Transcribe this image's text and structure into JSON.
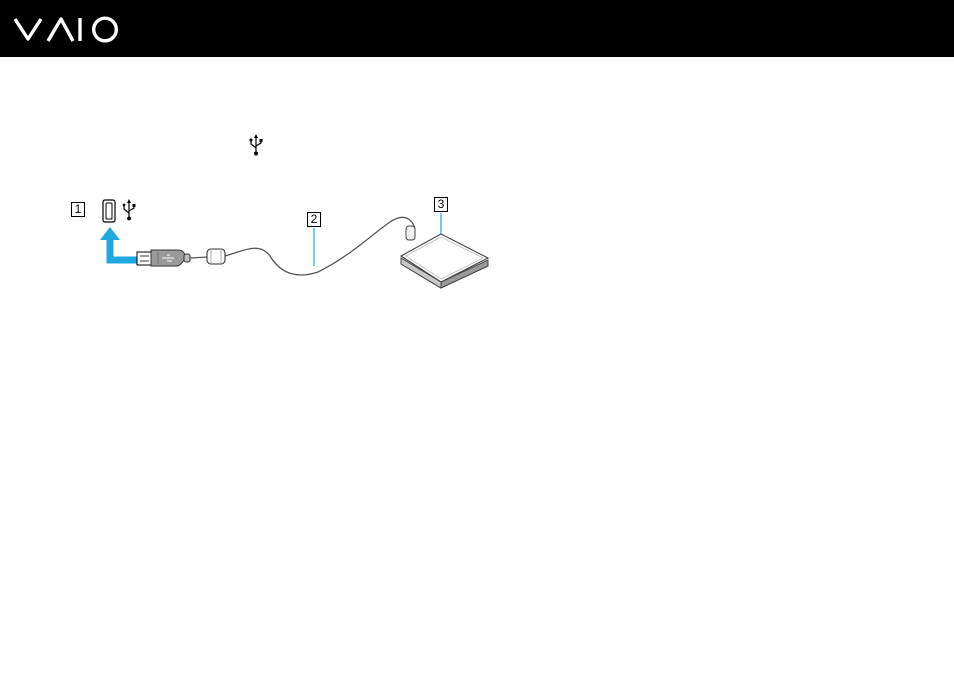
{
  "header": {
    "brand": "VAIO"
  },
  "icons": {
    "inline_usb": "usb-icon",
    "port_usb": "usb-icon",
    "port": "usb-port-icon",
    "arrow": "insert-arrow-icon",
    "plug": "usb-plug-icon",
    "cable": "cable-icon",
    "device": "usb-device-icon"
  },
  "colors": {
    "header_bg": "#000000",
    "arrow": "#1fa8e0",
    "leader_line": "#1fa8e0"
  },
  "callouts": [
    "1",
    "2",
    "3"
  ]
}
